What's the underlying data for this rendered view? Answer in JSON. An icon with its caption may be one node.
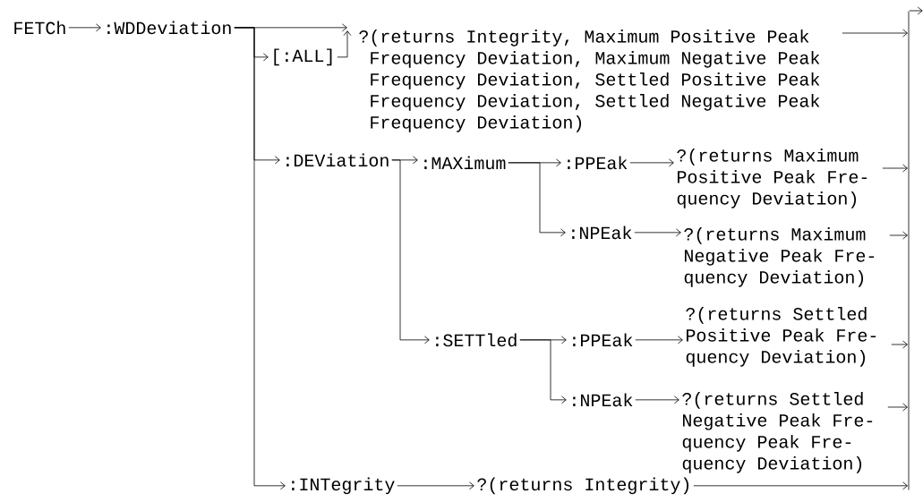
{
  "diagram": {
    "nodes": [
      {
        "text": [
          "FETCh"
        ]
      },
      {
        "text": [
          ":WDDeviation"
        ]
      },
      {
        "text": [
          "[:ALL]"
        ]
      },
      {
        "text": [
          "?(returns Integrity, Maximum Positive Peak Frequency Deviation, Maximum Negative Peak Frequency Deviation, Settled Positive Peak Frequency Deviation, Settled Negative Peak Frequency Deviation)"
        ]
      },
      {
        "text": [
          ":DEViation"
        ]
      },
      {
        "text": [
          ":MAXimum"
        ]
      },
      {
        "text": [
          ":PPEak"
        ]
      },
      {
        "text": [
          "?(returns Maximum Positive Peak Fre- quency Deviation)"
        ]
      },
      {
        "text": [
          ":NPEak"
        ]
      },
      {
        "text": [
          "?(returns Maximum Negative Peak Fre- quency Deviation)"
        ]
      },
      {
        "text": [
          ":SETTled"
        ]
      },
      {
        "text": [
          ":PPEak"
        ]
      },
      {
        "text": [
          "?(returns Settled Positive Peak Fre- quency Deviation)"
        ]
      },
      {
        "text": [
          ":NPEak"
        ]
      },
      {
        "text": [
          "?(returns Settled Negative Peak Fre- quency Peak Fre- quency Deviation)"
        ]
      },
      {
        "text": [
          ":INTegrity"
        ]
      },
      {
        "text": [
          "?(returns Integrity)"
        ]
      },
      {
        "text": [],
        "shape": "bar"
      }
    ],
    "edges": [
      {
        "from": 0,
        "to": 1,
        "arrow": "to"
      },
      {
        "from": 1,
        "to": 3,
        "arrow": "to"
      },
      {
        "from": 1,
        "to": 2,
        "arrow": "to"
      },
      {
        "from": 2,
        "to": 3,
        "arrow": "to"
      },
      {
        "from": 1,
        "to": 4,
        "arrow": "to"
      },
      {
        "from": 1,
        "to": 15,
        "arrow": "to"
      },
      {
        "from": 3,
        "to": 17,
        "arrow": "to"
      },
      {
        "from": 4,
        "to": 5,
        "arrow": "to"
      },
      {
        "from": 5,
        "to": 6,
        "arrow": "to"
      },
      {
        "from": 5,
        "to": 8,
        "arrow": "to"
      },
      {
        "from": 6,
        "to": 7,
        "arrow": "to"
      },
      {
        "from": 8,
        "to": 9,
        "arrow": "to"
      },
      {
        "from": 7,
        "to": 17,
        "arrow": "to"
      },
      {
        "from": 9,
        "to": 17,
        "arrow": "to"
      },
      {
        "from": 4,
        "to": 10,
        "arrow": "to"
      },
      {
        "from": 10,
        "to": 11,
        "arrow": "to"
      },
      {
        "from": 10,
        "to": 13,
        "arrow": "to"
      },
      {
        "from": 11,
        "to": 12,
        "arrow": "to"
      },
      {
        "from": 13,
        "to": 14,
        "arrow": "to"
      },
      {
        "from": 12,
        "to": 17,
        "arrow": "to"
      },
      {
        "from": 14,
        "to": 17,
        "arrow": "to"
      },
      {
        "from": 15,
        "to": 16,
        "arrow": "to"
      },
      {
        "from": 16,
        "to": 17,
        "arrow": "to"
      },
      {
        "from": 17,
        "to": null,
        "arrow": "to"
      }
    ]
  }
}
